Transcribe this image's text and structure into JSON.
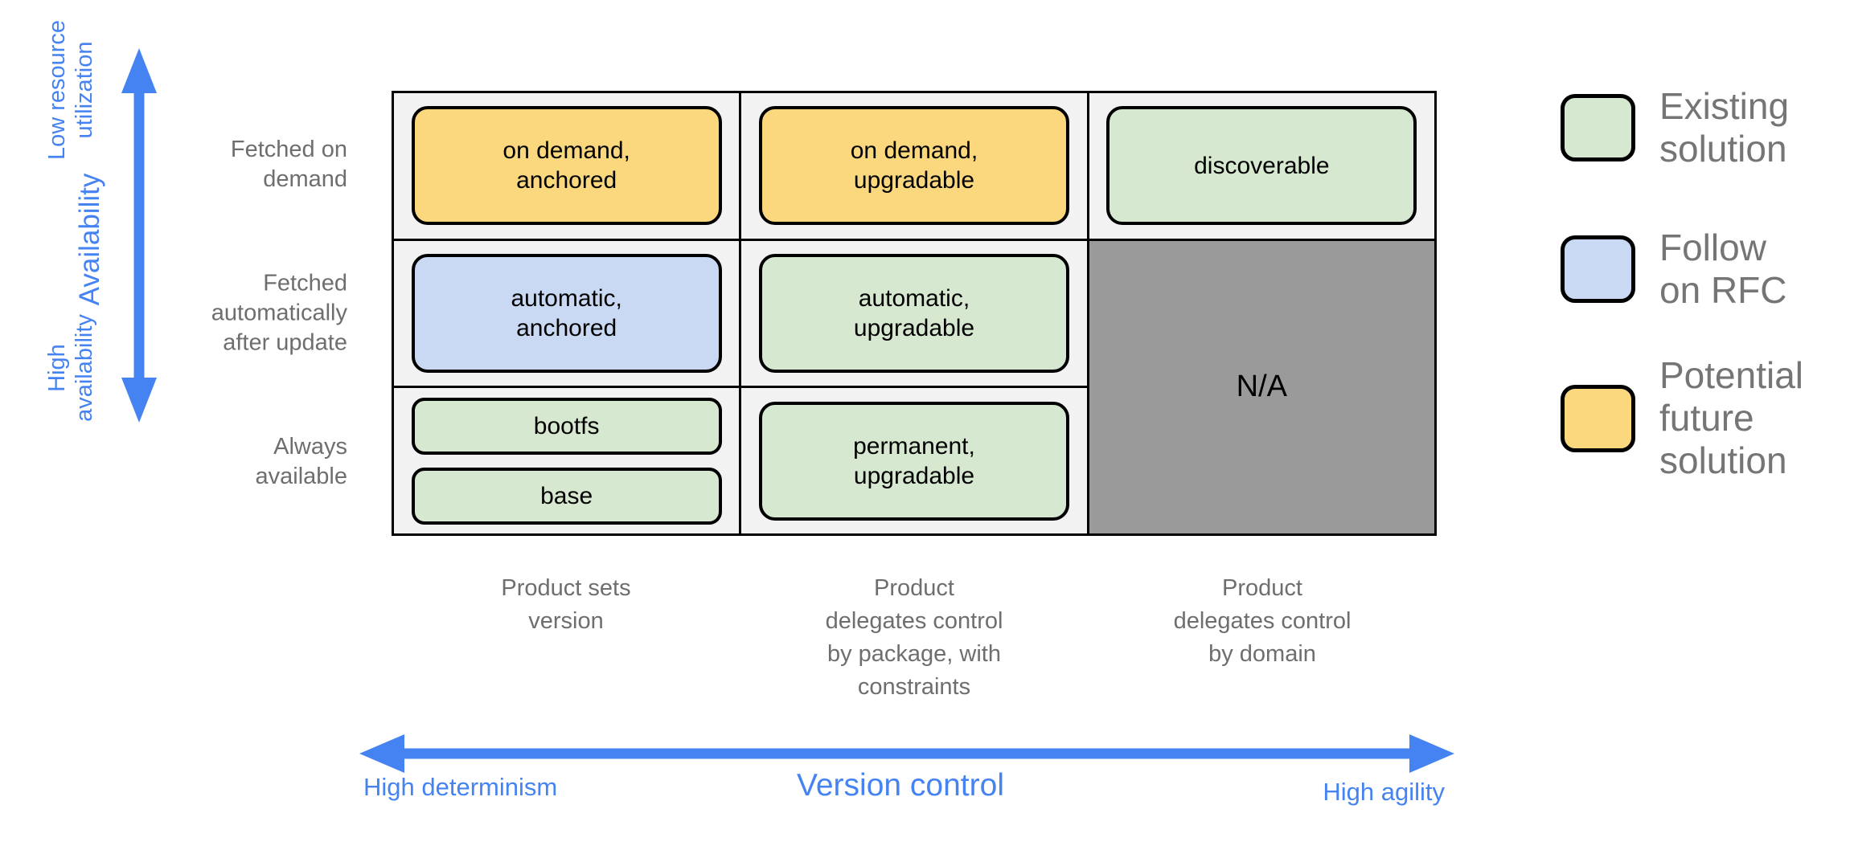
{
  "colors": {
    "existing": "#d6e8cf",
    "follow_on_rfc": "#c9d9f4",
    "potential_future": "#fbd87d",
    "na_cell": "#9a9a9a",
    "cell_bg": "#f2f2f2",
    "accent_blue": "#4583f2",
    "label_gray": "#6e6e6e"
  },
  "y_axis": {
    "top_label": [
      "Low resource",
      "utilization"
    ],
    "title": "Availability",
    "bottom_label": [
      "High",
      "availability"
    ]
  },
  "x_axis": {
    "left_label": "High determinism",
    "title": "Version control",
    "right_label": "High agility"
  },
  "rows": [
    {
      "label": [
        "Fetched on",
        "demand"
      ]
    },
    {
      "label": [
        "Fetched",
        "automatically",
        "after update"
      ]
    },
    {
      "label": [
        "Always",
        "available"
      ]
    }
  ],
  "columns": [
    {
      "label": [
        "Product sets",
        "version"
      ]
    },
    {
      "label": [
        "Product",
        "delegates control",
        "by package, with",
        "constraints"
      ]
    },
    {
      "label": [
        "Product",
        "delegates control",
        "by domain"
      ]
    }
  ],
  "cells": {
    "r1c1": {
      "label": [
        "on demand,",
        "anchored"
      ],
      "category": "potential-future-solution"
    },
    "r1c2": {
      "label": [
        "on demand,",
        "upgradable"
      ],
      "category": "potential-future-solution"
    },
    "r1c3": {
      "label": [
        "discoverable"
      ],
      "category": "existing-solution"
    },
    "r2c1": {
      "label": [
        "automatic,",
        "anchored"
      ],
      "category": "follow-on-rfc"
    },
    "r2c2": {
      "label": [
        "automatic,",
        "upgradable"
      ],
      "category": "existing-solution"
    },
    "r3c1a": {
      "label": "bootfs",
      "category": "existing-solution"
    },
    "r3c1b": {
      "label": "base",
      "category": "existing-solution"
    },
    "r3c2": {
      "label": [
        "permanent,",
        "upgradable"
      ],
      "category": "existing-solution"
    },
    "na": {
      "label": "N/A"
    }
  },
  "legend": [
    {
      "label": [
        "Existing",
        "solution"
      ],
      "color_key": "existing"
    },
    {
      "label": [
        "Follow",
        "on RFC"
      ],
      "color_key": "follow_on_rfc"
    },
    {
      "label": [
        "Potential",
        "future",
        "solution"
      ],
      "color_key": "potential_future"
    }
  ]
}
